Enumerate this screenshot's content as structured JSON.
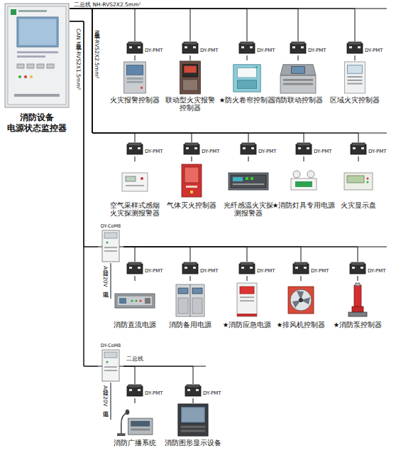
{
  "diagram": {
    "nodes": [
      {
        "text": [
          "消防设备 电源状态监控器"
        ]
      },
      {
        "text": [
          "DY-PMT"
        ]
      },
      {
        "text": [
          "火灾报警控制器"
        ]
      },
      {
        "text": [
          "DY-PMT"
        ]
      },
      {
        "text": [
          "联动型火灾报警 控制器"
        ]
      },
      {
        "text": [
          "DY-PMT"
        ]
      },
      {
        "text": [
          "★防火卷帘控制器"
        ]
      },
      {
        "text": [
          "DY-PMT"
        ]
      },
      {
        "text": [
          "消防联动控制器"
        ]
      },
      {
        "text": [
          "DY-PMT"
        ]
      },
      {
        "text": [
          "区域火灾控制器"
        ]
      },
      {
        "text": [
          "DY-PMT"
        ]
      },
      {
        "text": [
          "空气采样式感烟 火灾探测报警器"
        ]
      },
      {
        "text": [
          "DY-PMT"
        ]
      },
      {
        "text": [
          "气体灭火控制器"
        ]
      },
      {
        "text": [
          "DY-PMT"
        ]
      },
      {
        "text": [
          "光纤感温火灾探 测报警器"
        ]
      },
      {
        "text": [
          "DY-PMT"
        ]
      },
      {
        "text": [
          "★消防灯具专用电源"
        ]
      },
      {
        "text": [
          "DY-PMT"
        ]
      },
      {
        "text": [
          "火灾显示盘"
        ]
      },
      {
        "text": [
          "DY-CoM8"
        ]
      },
      {
        "text": [
          "DY-PMT"
        ]
      },
      {
        "text": [
          "消防直流电源"
        ]
      },
      {
        "text": [
          "DY-PMT"
        ]
      },
      {
        "text": [
          "消防备用电源"
        ]
      },
      {
        "text": [
          "DY-PMT"
        ]
      },
      {
        "text": [
          "★消防应急电源"
        ]
      },
      {
        "text": [
          "DY-PMT"
        ]
      },
      {
        "text": [
          "★排风机控制器"
        ]
      },
      {
        "text": [
          "DY-PMT"
        ]
      },
      {
        "text": [
          "★消防泵控制器"
        ]
      },
      {
        "text": [
          "DY-CoM8"
        ]
      },
      {
        "text": [
          "DY-PMT"
        ]
      },
      {
        "text": [
          "消防广播系统"
        ]
      },
      {
        "text": [
          "DY-PMT"
        ]
      },
      {
        "text": [
          "消防图形显示设备"
        ]
      }
    ],
    "edges": [
      {
        "from": 0,
        "to": 1,
        "arrow": "none"
      },
      {
        "from": 0,
        "to": 3,
        "arrow": "none"
      },
      {
        "from": 0,
        "to": 5,
        "arrow": "none"
      },
      {
        "from": 0,
        "to": 7,
        "arrow": "none"
      },
      {
        "from": 0,
        "to": 9,
        "arrow": "none"
      },
      {
        "from": 0,
        "to": 11,
        "arrow": "none"
      },
      {
        "from": 0,
        "to": 13,
        "arrow": "none"
      },
      {
        "from": 0,
        "to": 15,
        "arrow": "none"
      },
      {
        "from": 0,
        "to": 17,
        "arrow": "none"
      },
      {
        "from": 0,
        "to": 19,
        "arrow": "none"
      },
      {
        "from": 0,
        "to": 21,
        "arrow": "none"
      },
      {
        "from": 0,
        "to": 32,
        "arrow": "none"
      },
      {
        "from": 21,
        "to": 22,
        "arrow": "none"
      },
      {
        "from": 21,
        "to": 24,
        "arrow": "none"
      },
      {
        "from": 21,
        "to": 26,
        "arrow": "none"
      },
      {
        "from": 21,
        "to": 28,
        "arrow": "none"
      },
      {
        "from": 21,
        "to": 30,
        "arrow": "none"
      },
      {
        "from": 32,
        "to": 33,
        "arrow": "none"
      },
      {
        "from": 32,
        "to": 35,
        "arrow": "none"
      },
      {
        "from": 1,
        "to": 2,
        "arrow": "none"
      },
      {
        "from": 3,
        "to": 4,
        "arrow": "none"
      },
      {
        "from": 5,
        "to": 6,
        "arrow": "none"
      },
      {
        "from": 7,
        "to": 8,
        "arrow": "none"
      },
      {
        "from": 9,
        "to": 10,
        "arrow": "none"
      },
      {
        "from": 11,
        "to": 12,
        "arrow": "none"
      },
      {
        "from": 13,
        "to": 14,
        "arrow": "none"
      },
      {
        "from": 15,
        "to": 16,
        "arrow": "none"
      },
      {
        "from": 17,
        "to": 18,
        "arrow": "none"
      },
      {
        "from": 19,
        "to": 20,
        "arrow": "none"
      },
      {
        "from": 22,
        "to": 23,
        "arrow": "none"
      },
      {
        "from": 24,
        "to": 25,
        "arrow": "none"
      },
      {
        "from": 26,
        "to": 27,
        "arrow": "none"
      },
      {
        "from": 28,
        "to": 29,
        "arrow": "none"
      },
      {
        "from": 30,
        "to": 31,
        "arrow": "none"
      },
      {
        "from": 33,
        "to": 34,
        "arrow": "none"
      },
      {
        "from": 35,
        "to": 36,
        "arrow": "none"
      }
    ],
    "labels": [
      "二总线 NH-RVS2X2.5mm²",
      "二总线 NH-RVS2X2.5mm²",
      "CAN总线 NH-RVS2X1.5mm²",
      "接AC220V电源",
      "二总线",
      "接AC220V电源"
    ]
  }
}
